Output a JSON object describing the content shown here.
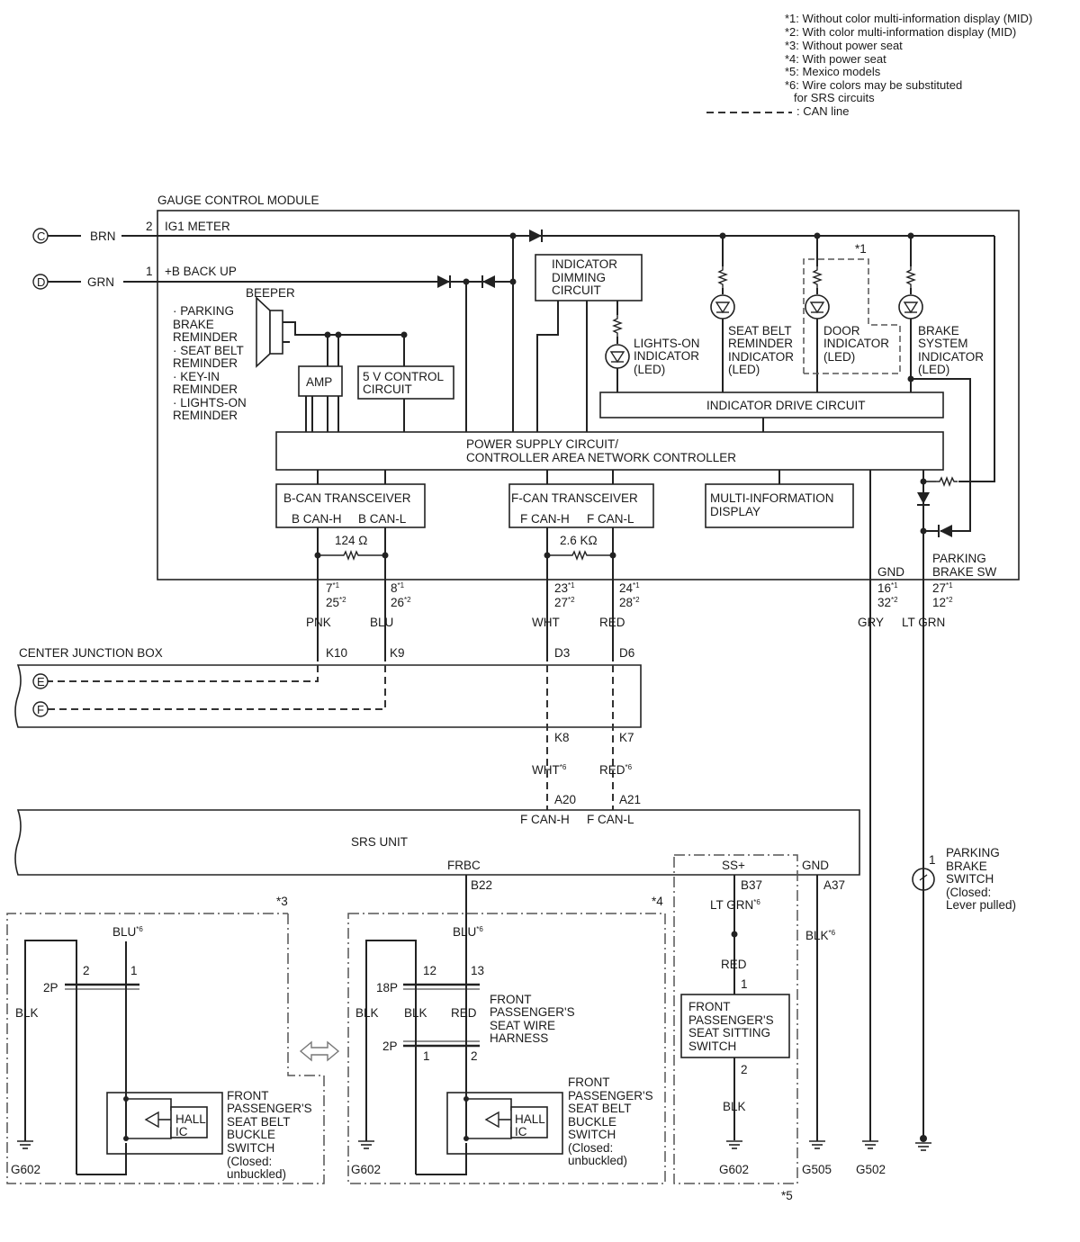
{
  "notes": [
    "*1: Without color multi-information display (MID)",
    "*2: With color multi-information display (MID)",
    "*3: Without power seat",
    "*4: With power seat",
    "*5: Mexico models",
    "*6: Wire colors may be substituted",
    "for SRS circuits",
    ": CAN line"
  ],
  "gauge": {
    "title": "GAUGE CONTROL MODULE",
    "ig1_pin": "2",
    "ig1_label": "IG1 METER",
    "bb_pin": "1",
    "bb_label": "+B BACK UP",
    "beeper": "BEEPER",
    "reminders": [
      "· PARKING",
      "BRAKE",
      "REMINDER",
      "· SEAT BELT",
      "REMINDER",
      "· KEY-IN",
      "REMINDER",
      "· LIGHTS-ON",
      "REMINDER"
    ],
    "amp": "AMP",
    "v5": [
      "5 V CONTROL",
      "CIRCUIT"
    ],
    "dimming": [
      "INDICATOR",
      "DIMMING",
      "CIRCUIT"
    ],
    "lights_on": [
      "LIGHTS-ON",
      "INDICATOR",
      "(LED)"
    ],
    "seat_belt": [
      "SEAT BELT",
      "REMINDER",
      "INDICATOR",
      "(LED)"
    ],
    "door": [
      "DOOR",
      "INDICATOR",
      "(LED)"
    ],
    "door_note": "*1",
    "brake": [
      "BRAKE",
      "SYSTEM",
      "INDICATOR",
      "(LED)"
    ],
    "drive": "INDICATOR DRIVE CIRCUIT",
    "power": [
      "POWER SUPPLY CIRCUIT/",
      "CONTROLLER AREA NETWORK CONTROLLER"
    ],
    "bcan": {
      "title": "B-CAN TRANSCEIVER",
      "h": "B CAN-H",
      "l": "B CAN-L",
      "res": "124 Ω"
    },
    "fcan": {
      "title": "F-CAN TRANSCEIVER",
      "h": "F CAN-H",
      "l": "F CAN-L",
      "res": "2.6 KΩ"
    },
    "mid": [
      "MULTI-INFORMATION",
      "DISPLAY"
    ],
    "gnd": "GND",
    "pbsw": [
      "PARKING",
      "BRAKE SW"
    ]
  },
  "connectors": {
    "C": "C",
    "D": "D",
    "E": "E",
    "F": "F"
  },
  "wires": {
    "brn": "BRN",
    "grn": "GRN",
    "pnk": "PNK",
    "blu": "BLU",
    "wht": "WHT",
    "red": "RED",
    "gry": "GRY",
    "ltgrn": "LT GRN",
    "wht6": "WHT",
    "red6": "RED",
    "blu6a": "BLU",
    "blu6b": "BLU",
    "ltgrn6": "LT GRN",
    "blk6": "BLK"
  },
  "pins": {
    "p7": "7",
    "s1a": "*1",
    "p25": "25",
    "s2a": "*2",
    "p8": "8",
    "s1b": "*1",
    "p26": "26",
    "s2b": "*2",
    "p23": "23",
    "s1c": "*1",
    "p27a": "27",
    "s2c": "*2",
    "p24": "24",
    "s1d": "*1",
    "p28": "28",
    "s2d": "*2",
    "p16": "16",
    "s1e": "*1",
    "p32": "32",
    "s2e": "*2",
    "p27b": "27",
    "s1f": "*1",
    "p12": "12",
    "s2f": "*2",
    "sup6": "*6"
  },
  "junction": {
    "title": "CENTER JUNCTION BOX",
    "k10": "K10",
    "k9": "K9",
    "d3": "D3",
    "d6": "D6",
    "k8": "K8",
    "k7": "K7"
  },
  "srs": {
    "title": "SRS UNIT",
    "a20": "A20",
    "a21": "A21",
    "fcanh": "F CAN-H",
    "fcanl": "F CAN-L",
    "frbc": "FRBC",
    "b22": "B22",
    "ss": "SS+",
    "b37": "B37",
    "gnd": "GND",
    "a37": "A37"
  },
  "variant3": {
    "tag": "*3",
    "c2p": "2P",
    "pin2": "2",
    "pin1": "1",
    "blk": "BLK",
    "hall": [
      "HALL",
      "IC"
    ],
    "switch": [
      "FRONT",
      "PASSENGER'S",
      "SEAT BELT",
      "BUCKLE",
      "SWITCH",
      "(Closed:",
      "unbuckled)"
    ],
    "ground": "G602"
  },
  "variant4": {
    "tag": "*4",
    "c18p": "18P",
    "pin12": "12",
    "pin13": "13",
    "blk_out": "BLK",
    "blk": "BLK",
    "red": "RED",
    "harness": [
      "FRONT",
      "PASSENGER'S",
      "SEAT WIRE",
      "HARNESS"
    ],
    "c2p": "2P",
    "pin1": "1",
    "pin2": "2",
    "hall": [
      "HALL",
      "IC"
    ],
    "switch": [
      "FRONT",
      "PASSENGER'S",
      "SEAT BELT",
      "BUCKLE",
      "SWITCH",
      "(Closed:",
      "unbuckled)"
    ],
    "ground": "G602"
  },
  "variant5": {
    "tag": "*5",
    "red": "RED",
    "pin1": "1",
    "pin2": "2",
    "blk": "BLK",
    "switch": [
      "FRONT",
      "PASSENGER'S",
      "SEAT SITTING",
      "SWITCH"
    ],
    "ground": "G602"
  },
  "grounds": {
    "g505": "G505",
    "g502": "G502"
  },
  "pb_switch": {
    "pin": "1",
    "label": [
      "PARKING",
      "BRAKE",
      "SWITCH",
      "(Closed:",
      "Lever pulled)"
    ]
  }
}
